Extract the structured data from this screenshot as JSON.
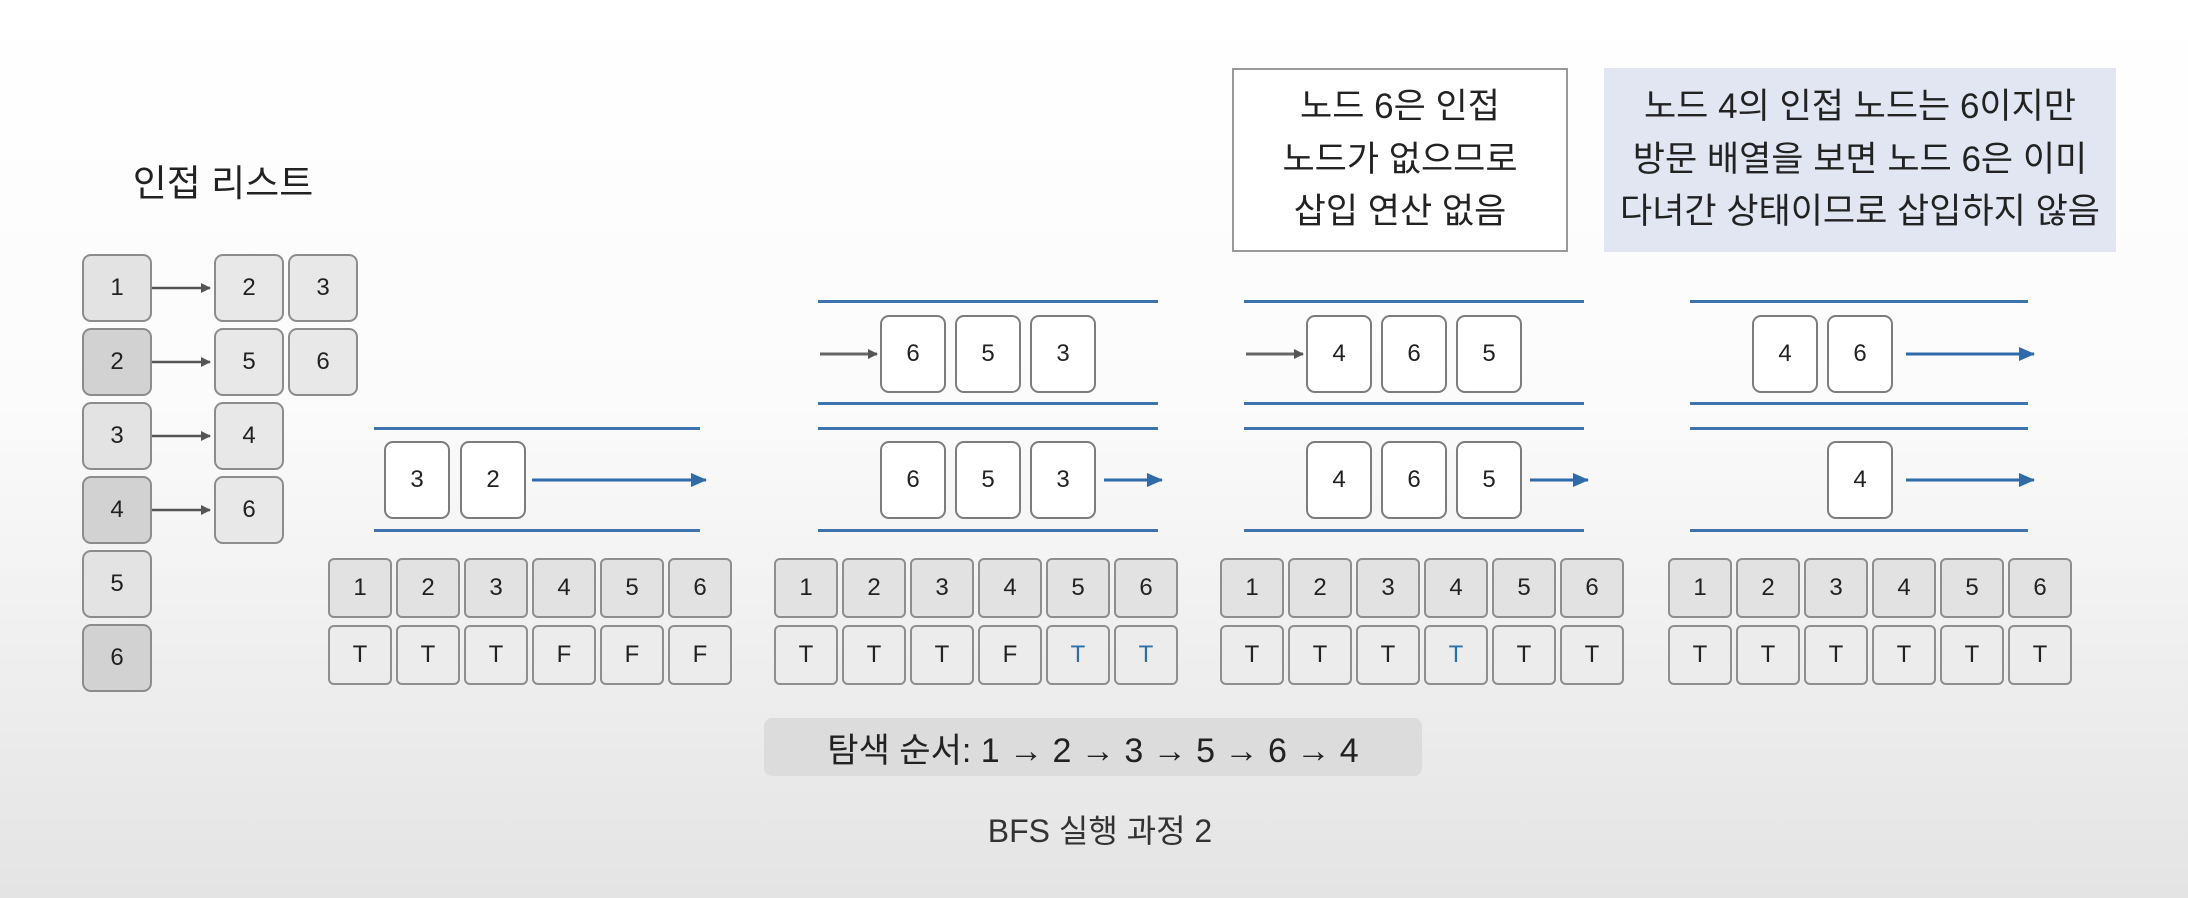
{
  "adjacency_title": "인접 리스트",
  "adjacency": [
    {
      "node": "1",
      "neighbors": [
        "2",
        "3"
      ]
    },
    {
      "node": "2",
      "neighbors": [
        "5",
        "6"
      ]
    },
    {
      "node": "3",
      "neighbors": [
        "4"
      ]
    },
    {
      "node": "4",
      "neighbors": [
        "6"
      ]
    },
    {
      "node": "5",
      "neighbors": []
    },
    {
      "node": "6",
      "neighbors": []
    }
  ],
  "note_left": [
    "노드 6은 인접",
    "노드가 없으므로",
    "삽입 연산 없음"
  ],
  "note_right": [
    "노드 4의 인접 노드는 6이지만",
    "방문 배열을 보면 노드 6은 이미",
    "다녀간 상태이므로 삽입하지 않음"
  ],
  "visited_index": [
    "1",
    "2",
    "3",
    "4",
    "5",
    "6"
  ],
  "steps": [
    {
      "queue_before": [],
      "queue_after": [
        "3",
        "2"
      ],
      "visited": [
        "T",
        "T",
        "T",
        "F",
        "F",
        "F"
      ]
    },
    {
      "queue_before": [
        "6",
        "5",
        "3"
      ],
      "queue_after": [
        "6",
        "5",
        "3"
      ],
      "visited": [
        "T",
        "T",
        "T",
        "F",
        "T",
        "T"
      ]
    },
    {
      "queue_before": [
        "4",
        "6",
        "5"
      ],
      "queue_after": [
        "4",
        "6",
        "5"
      ],
      "visited": [
        "T",
        "T",
        "T",
        "T",
        "T",
        "T"
      ]
    },
    {
      "queue_before": [
        "4",
        "6"
      ],
      "queue_after": [
        "4"
      ],
      "visited": [
        "T",
        "T",
        "T",
        "T",
        "T",
        "T"
      ]
    }
  ],
  "search_order": "탐색 순서: 1 → 2 → 3 → 5 → 6 → 4",
  "caption": "BFS 실행 과정 2",
  "colors": {
    "queue_line": "#3f73ad",
    "highlight_text": "#2b6ea8",
    "note_bg": "#e1e6f2"
  }
}
